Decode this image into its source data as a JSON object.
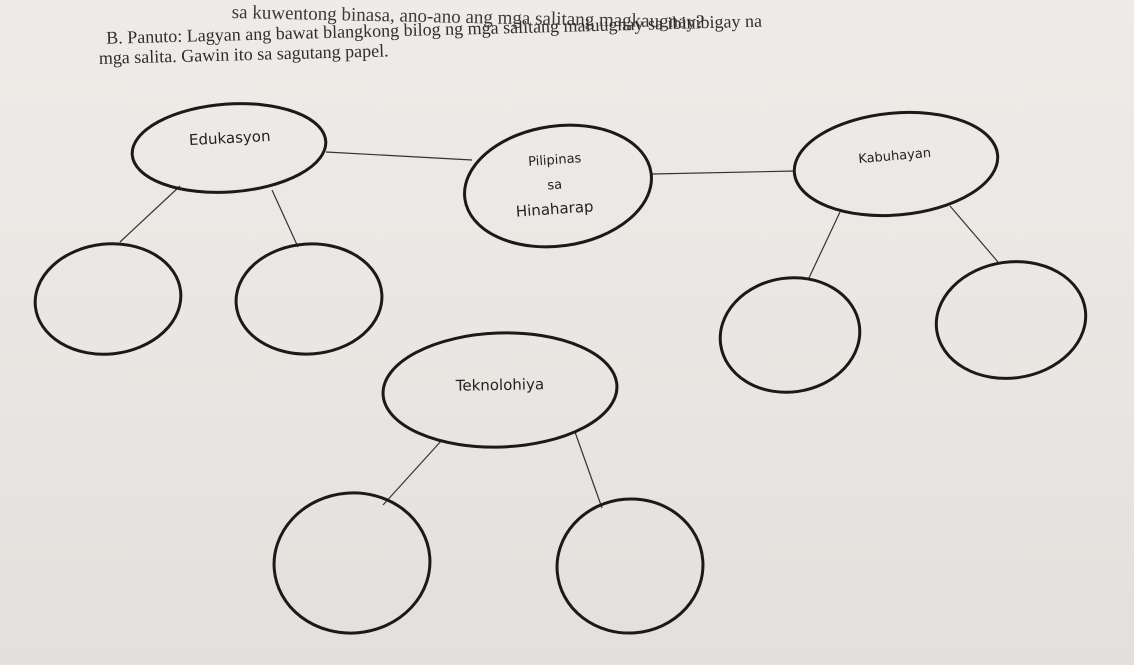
{
  "header": {
    "top_line": "sa kuwentong binasa, ano-ano ang mga salitang magkaugnay?",
    "instruction_line1": "B. Panuto: Lagyan ang bawat blangkong bilog ng mga salitang maiuugnay sa ibinibigay na",
    "instruction_line2": "mga salita. Gawin ito sa sagutang papel."
  },
  "diagram": {
    "center": {
      "line1": "Pilipinas",
      "line2": "sa",
      "line3": "Hinaharap"
    },
    "nodes": {
      "edukasyon": "Edukasyon",
      "kabuhayan": "Kabuhayan",
      "teknolohiya": "Teknolohiya"
    }
  }
}
